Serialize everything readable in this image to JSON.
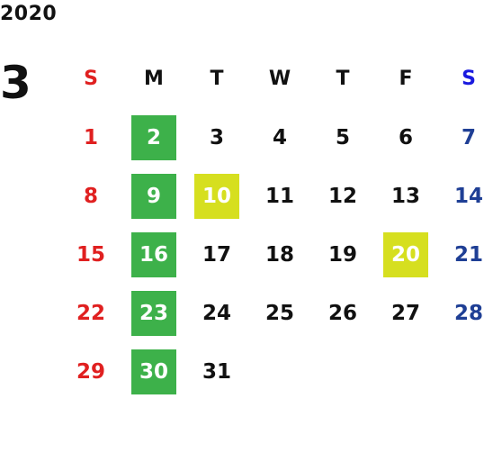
{
  "calendar": {
    "year": "2020",
    "month": "3",
    "weekdays": [
      "S",
      "M",
      "T",
      "W",
      "T",
      "F",
      "S"
    ],
    "leading_blanks": 0,
    "days": [
      "1",
      "2",
      "3",
      "4",
      "5",
      "6",
      "7",
      "8",
      "9",
      "10",
      "11",
      "12",
      "13",
      "14",
      "15",
      "16",
      "17",
      "18",
      "19",
      "20",
      "21",
      "22",
      "23",
      "24",
      "25",
      "26",
      "27",
      "28",
      "29",
      "30",
      "31"
    ],
    "green_days": [
      "2",
      "9",
      "16",
      "23",
      "30"
    ],
    "yellow_days": [
      "10",
      "20"
    ],
    "colors": {
      "sunday": "#e02020",
      "saturday_header": "#1a1adf",
      "saturday": "#1f3f95",
      "green_highlight": "#3db14a",
      "yellow_highlight": "#d6df1f"
    }
  }
}
